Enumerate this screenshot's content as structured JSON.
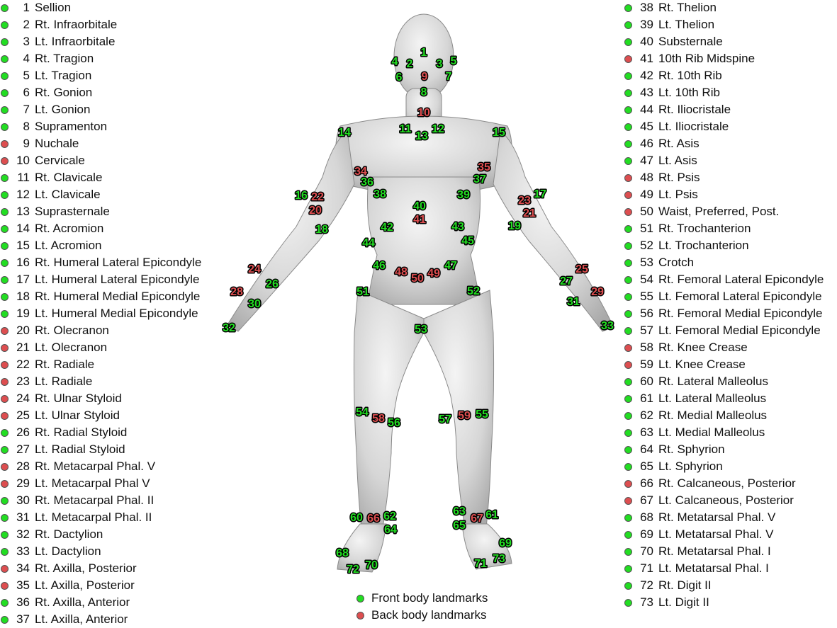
{
  "colors": {
    "front": "#22dd22",
    "back": "#dd4e50"
  },
  "landmarks": [
    {
      "n": "1",
      "name": "Sellion",
      "side": "front"
    },
    {
      "n": "2",
      "name": "Rt. Infraorbitale",
      "side": "front"
    },
    {
      "n": "3",
      "name": "Lt. Infraorbitale",
      "side": "front"
    },
    {
      "n": "4",
      "name": "Rt. Tragion",
      "side": "front"
    },
    {
      "n": "5",
      "name": "Lt. Tragion",
      "side": "front"
    },
    {
      "n": "6",
      "name": "Rt. Gonion",
      "side": "front"
    },
    {
      "n": "7",
      "name": "Lt. Gonion",
      "side": "front"
    },
    {
      "n": "8",
      "name": "Supramenton",
      "side": "front"
    },
    {
      "n": "9",
      "name": "Nuchale",
      "side": "back"
    },
    {
      "n": "10",
      "name": "Cervicale",
      "side": "back"
    },
    {
      "n": "11",
      "name": "Rt. Clavicale",
      "side": "front"
    },
    {
      "n": "12",
      "name": "Lt. Clavicale",
      "side": "front"
    },
    {
      "n": "13",
      "name": "Suprasternale",
      "side": "front"
    },
    {
      "n": "14",
      "name": "Rt. Acromion",
      "side": "front"
    },
    {
      "n": "15",
      "name": "Lt. Acromion",
      "side": "front"
    },
    {
      "n": "16",
      "name": "Rt. Humeral Lateral Epicondyle",
      "side": "front"
    },
    {
      "n": "17",
      "name": "Lt. Humeral Lateral Epicondyle",
      "side": "front"
    },
    {
      "n": "18",
      "name": "Rt. Humeral Medial Epicondyle",
      "side": "front"
    },
    {
      "n": "19",
      "name": "Lt. Humeral Medial Epicondyle",
      "side": "front"
    },
    {
      "n": "20",
      "name": "Rt. Olecranon",
      "side": "back"
    },
    {
      "n": "21",
      "name": "Lt. Olecranon",
      "side": "back"
    },
    {
      "n": "22",
      "name": "Rt. Radiale",
      "side": "back"
    },
    {
      "n": "23",
      "name": "Lt. Radiale",
      "side": "back"
    },
    {
      "n": "24",
      "name": "Rt. Ulnar Styloid",
      "side": "back"
    },
    {
      "n": "25",
      "name": "Lt. Ulnar Styloid",
      "side": "back"
    },
    {
      "n": "26",
      "name": "Rt. Radial Styloid",
      "side": "front"
    },
    {
      "n": "27",
      "name": "Lt. Radial Styloid",
      "side": "front"
    },
    {
      "n": "28",
      "name": "Rt. Metacarpal Phal. V",
      "side": "back"
    },
    {
      "n": "29",
      "name": "Lt. Metacarpal Phal V",
      "side": "back"
    },
    {
      "n": "30",
      "name": "Rt. Metacarpal Phal. II",
      "side": "front"
    },
    {
      "n": "31",
      "name": "Lt. Metacarpal Phal. II",
      "side": "front"
    },
    {
      "n": "32",
      "name": "Rt. Dactylion",
      "side": "front"
    },
    {
      "n": "33",
      "name": "Lt. Dactylion",
      "side": "front"
    },
    {
      "n": "34",
      "name": "Rt. Axilla, Posterior",
      "side": "back"
    },
    {
      "n": "35",
      "name": "Lt. Axilla, Posterior",
      "side": "back"
    },
    {
      "n": "36",
      "name": "Rt. Axilla, Anterior",
      "side": "front"
    },
    {
      "n": "37",
      "name": "Lt. Axilla, Anterior",
      "side": "front"
    },
    {
      "n": "38",
      "name": "Rt. Thelion",
      "side": "front"
    },
    {
      "n": "39",
      "name": "Lt. Thelion",
      "side": "front"
    },
    {
      "n": "40",
      "name": "Substernale",
      "side": "front"
    },
    {
      "n": "41",
      "name": "10th Rib Midspine",
      "side": "back"
    },
    {
      "n": "42",
      "name": "Rt. 10th Rib",
      "side": "front"
    },
    {
      "n": "43",
      "name": "Lt. 10th Rib",
      "side": "front"
    },
    {
      "n": "44",
      "name": "Rt. Iliocristale",
      "side": "front"
    },
    {
      "n": "45",
      "name": "Lt. Iliocristale",
      "side": "front"
    },
    {
      "n": "46",
      "name": "Rt. Asis",
      "side": "front"
    },
    {
      "n": "47",
      "name": "Lt. Asis",
      "side": "front"
    },
    {
      "n": "48",
      "name": "Rt. Psis",
      "side": "back"
    },
    {
      "n": "49",
      "name": "Lt. Psis",
      "side": "back"
    },
    {
      "n": "50",
      "name": "Waist, Preferred, Post.",
      "side": "back"
    },
    {
      "n": "51",
      "name": "Rt. Trochanterion",
      "side": "front"
    },
    {
      "n": "52",
      "name": "Lt. Trochanterion",
      "side": "front"
    },
    {
      "n": "53",
      "name": "Crotch",
      "side": "front"
    },
    {
      "n": "54",
      "name": "Rt. Femoral Lateral Epicondyle",
      "side": "front"
    },
    {
      "n": "55",
      "name": "Lt. Femoral Lateral Epicondyle",
      "side": "front"
    },
    {
      "n": "56",
      "name": "Rt. Femoral Medial Epicondyle",
      "side": "front"
    },
    {
      "n": "57",
      "name": "Lt. Femoral Medial Epicondyle",
      "side": "front"
    },
    {
      "n": "58",
      "name": "Rt. Knee Crease",
      "side": "back"
    },
    {
      "n": "59",
      "name": "Lt. Knee Crease",
      "side": "back"
    },
    {
      "n": "60",
      "name": "Rt. Lateral Malleolus",
      "side": "front"
    },
    {
      "n": "61",
      "name": "Lt. Lateral Malleolus",
      "side": "front"
    },
    {
      "n": "62",
      "name": "Rt. Medial Malleolus",
      "side": "front"
    },
    {
      "n": "63",
      "name": "Lt. Medial Malleolus",
      "side": "front"
    },
    {
      "n": "64",
      "name": "Rt. Sphyrion",
      "side": "front"
    },
    {
      "n": "65",
      "name": "Lt. Sphyrion",
      "side": "front"
    },
    {
      "n": "66",
      "name": "Rt. Calcaneous, Posterior",
      "side": "back"
    },
    {
      "n": "67",
      "name": "Lt. Calcaneous, Posterior",
      "side": "back"
    },
    {
      "n": "68",
      "name": "Rt. Metatarsal Phal. V",
      "side": "front"
    },
    {
      "n": "69",
      "name": "Lt. Metatarsal Phal. V",
      "side": "front"
    },
    {
      "n": "70",
      "name": "Rt. Metatarsal Phal. I",
      "side": "front"
    },
    {
      "n": "71",
      "name": "Lt. Metatarsal Phal. I",
      "side": "front"
    },
    {
      "n": "72",
      "name": "Rt. Digit II",
      "side": "front"
    },
    {
      "n": "73",
      "name": "Lt. Digit II",
      "side": "front"
    }
  ],
  "legend": {
    "front_label": "Front body landmarks",
    "back_label": "Back body landmarks"
  }
}
